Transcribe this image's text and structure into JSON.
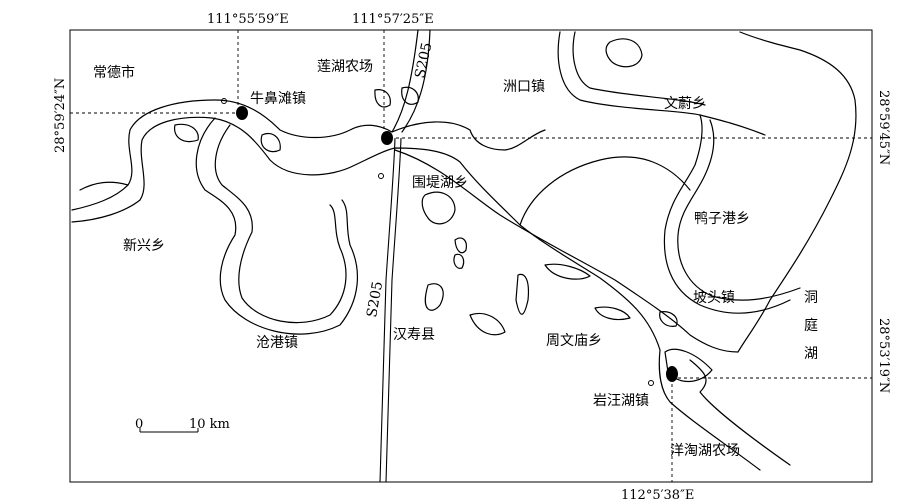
{
  "map": {
    "coordinates": {
      "top_left": "111°55′59″E",
      "top_right": "111°57′25″E",
      "bottom": "112°5′38″E",
      "left": "28°59′24″N",
      "right_upper": "28°59′45″N",
      "right_lower": "28°53′19″N"
    },
    "roads": {
      "upper": "S205",
      "lower": "S205"
    },
    "places": {
      "changde": "常德市",
      "niubitan": "牛鼻滩镇",
      "lianhu": "莲湖农场",
      "zhoukou": "洲口镇",
      "wenwei": "文蔚乡",
      "weiti": "围堤湖乡",
      "yazigang": "鸭子港乡",
      "xinxing": "新兴乡",
      "potou": "坡头镇",
      "canggang": "沧港镇",
      "hanshou": "汉寿县",
      "zhouwenmiao": "周文庙乡",
      "yanwanghu": "岩汪湖镇",
      "yangtaohu": "洋淘湖农场"
    },
    "lake": {
      "c1": "洞",
      "c2": "庭",
      "c3": "湖"
    },
    "scale": {
      "zero": "0",
      "label": "10 km"
    }
  }
}
